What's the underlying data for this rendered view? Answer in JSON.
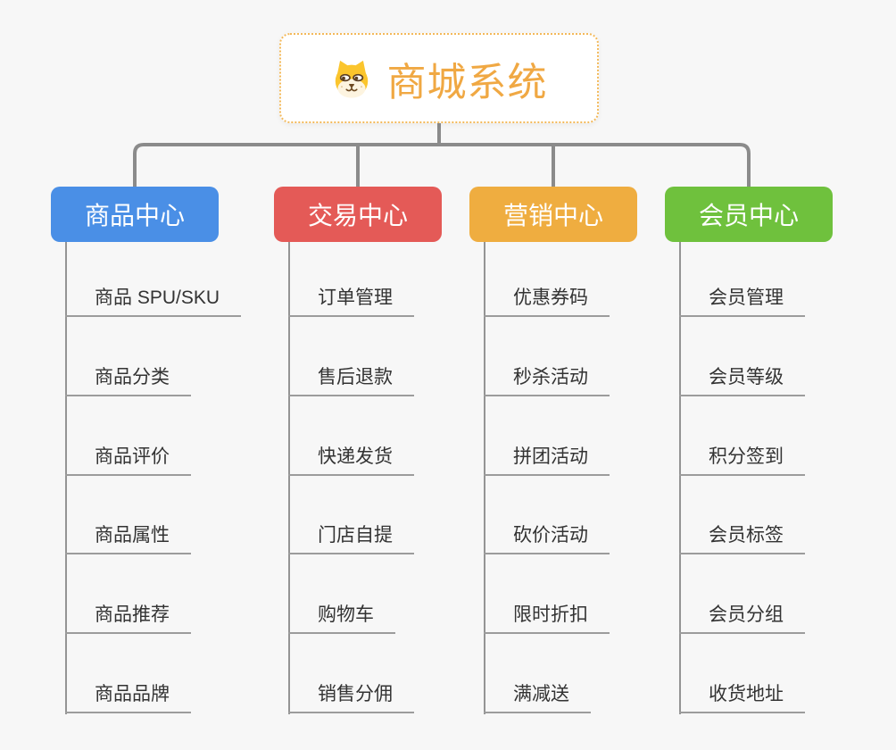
{
  "root": {
    "title": "商城系统",
    "icon": "dog-face-icon"
  },
  "branches": [
    {
      "label": "商品中心",
      "color": "#4a8fe6",
      "items": [
        "商品 SPU/SKU",
        "商品分类",
        "商品评价",
        "商品属性",
        "商品推荐",
        "商品品牌"
      ]
    },
    {
      "label": "交易中心",
      "color": "#e45a57",
      "items": [
        "订单管理",
        "售后退款",
        "快递发货",
        "门店自提",
        "购物车",
        "销售分佣"
      ]
    },
    {
      "label": "营销中心",
      "color": "#efad40",
      "items": [
        "优惠券码",
        "秒杀活动",
        "拼团活动",
        "砍价活动",
        "限时折扣",
        "满减送"
      ]
    },
    {
      "label": "会员中心",
      "color": "#6fc13d",
      "items": [
        "会员管理",
        "会员等级",
        "积分签到",
        "会员标签",
        "会员分组",
        "收货地址"
      ]
    }
  ],
  "palette": {
    "background": "#f7f7f7",
    "connector_gray": "#8b8b8b",
    "underline_gray": "#9c9c9c",
    "subtopic_text": "#333333",
    "root_text": "#f0a843",
    "root_border": "#f3b95a",
    "dog_yellow": "#fbc52d",
    "dog_muzzle": "#fdf4e0",
    "dog_brown": "#5d4024"
  }
}
